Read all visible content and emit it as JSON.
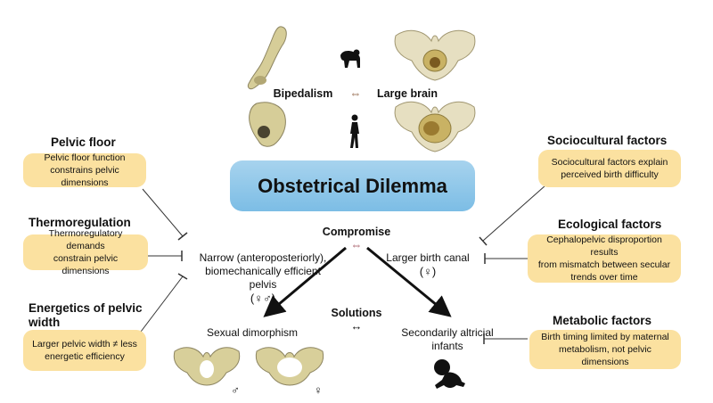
{
  "top": {
    "bipedalism": "Bipedalism",
    "arrow": "⇔",
    "large_brain": "Large brain"
  },
  "title": "Obstetrical Dilemma",
  "compromise": {
    "label": "Compromise",
    "arrow": "⇔"
  },
  "narrow_pelvis": {
    "text_line1": "Narrow (anteroposteriorly),",
    "text_line2": "biomechanically efficient",
    "text_line3": "pelvis",
    "symbols": "(♀♂)"
  },
  "birth_canal": {
    "text": "Larger birth canal",
    "symbols": "(♀)"
  },
  "solutions": {
    "label": "Solutions",
    "arrow": "↔"
  },
  "sexual_dimorphism": {
    "label": "Sexual dimorphism",
    "male": "♂",
    "female": "♀"
  },
  "altricial": {
    "line1": "Secondarily altricial",
    "line2": "infants"
  },
  "left_factors": [
    {
      "heading": "Pelvic floor",
      "box": [
        "Pelvic floor function",
        "constrains pelvic dimensions"
      ]
    },
    {
      "heading": "Thermoregulation",
      "box": [
        "Thermoregulatory demands",
        "constrain pelvic dimensions"
      ]
    },
    {
      "heading": "Energetics of pelvic width",
      "box": [
        "Larger pelvic width ≠ less",
        "energetic efficiency"
      ]
    }
  ],
  "right_factors": [
    {
      "heading": "Sociocultural factors",
      "box": [
        "Sociocultural factors explain",
        "perceived birth difficulty"
      ]
    },
    {
      "heading": "Ecological factors",
      "box": [
        "Cephalopelvic disproportion results",
        "from mismatch between secular",
        "trends over time"
      ]
    },
    {
      "heading": "Metabolic factors",
      "box": [
        "Birth timing limited by maternal",
        "metabolism, not pelvic dimensions"
      ]
    }
  ],
  "colors": {
    "factor_box": "#fbe1a0",
    "title_box": "#8cc6e8",
    "bone": "#d8cf9a"
  }
}
